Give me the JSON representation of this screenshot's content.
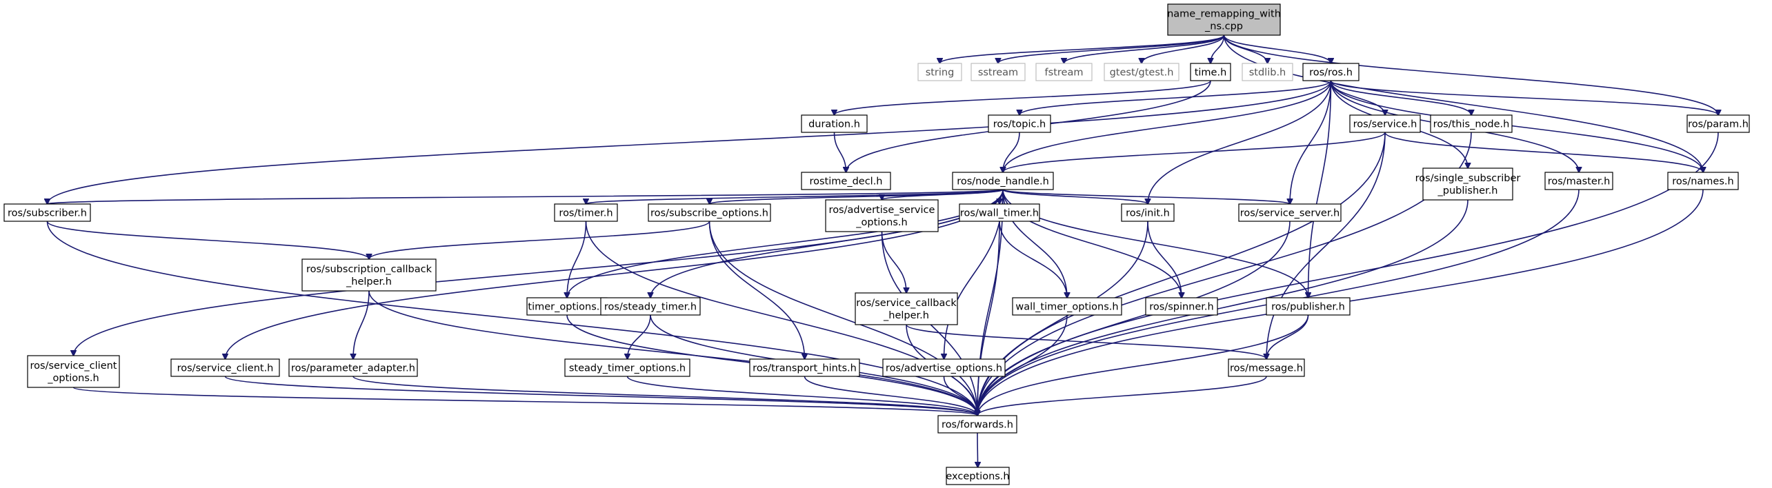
{
  "colors": {
    "edge": "#191970",
    "root_fill": "#bfbfbf",
    "node_fill": "#ffffff",
    "node_border": "#000000",
    "system_border": "#bfbfbf",
    "system_text": "#555555"
  },
  "nodes": [
    {
      "id": "root",
      "lines": [
        "name_remapping_with",
        "_ns.cpp"
      ],
      "kind": "root"
    },
    {
      "id": "string",
      "lines": [
        "string"
      ],
      "kind": "system"
    },
    {
      "id": "sstream",
      "lines": [
        "sstream"
      ],
      "kind": "system"
    },
    {
      "id": "fstream",
      "lines": [
        "fstream"
      ],
      "kind": "system"
    },
    {
      "id": "gtest",
      "lines": [
        "gtest/gtest.h"
      ],
      "kind": "system"
    },
    {
      "id": "time",
      "lines": [
        "time.h"
      ],
      "kind": "file"
    },
    {
      "id": "stdlib",
      "lines": [
        "stdlib.h"
      ],
      "kind": "system"
    },
    {
      "id": "ros",
      "lines": [
        "ros/ros.h"
      ],
      "kind": "file"
    },
    {
      "id": "duration",
      "lines": [
        "duration.h"
      ],
      "kind": "file"
    },
    {
      "id": "rostime_decl",
      "lines": [
        "rostime_decl.h"
      ],
      "kind": "file"
    },
    {
      "id": "topic",
      "lines": [
        "ros/topic.h"
      ],
      "kind": "file"
    },
    {
      "id": "service",
      "lines": [
        "ros/service.h"
      ],
      "kind": "file"
    },
    {
      "id": "this_node",
      "lines": [
        "ros/this_node.h"
      ],
      "kind": "file"
    },
    {
      "id": "param",
      "lines": [
        "ros/param.h"
      ],
      "kind": "file"
    },
    {
      "id": "node_handle",
      "lines": [
        "ros/node_handle.h"
      ],
      "kind": "file"
    },
    {
      "id": "single_sub",
      "lines": [
        "ros/single_subscriber",
        "_publisher.h"
      ],
      "kind": "file"
    },
    {
      "id": "master",
      "lines": [
        "ros/master.h"
      ],
      "kind": "file"
    },
    {
      "id": "names",
      "lines": [
        "ros/names.h"
      ],
      "kind": "file"
    },
    {
      "id": "subscriber",
      "lines": [
        "ros/subscriber.h"
      ],
      "kind": "file"
    },
    {
      "id": "timer",
      "lines": [
        "ros/timer.h"
      ],
      "kind": "file"
    },
    {
      "id": "subscribe_options",
      "lines": [
        "ros/subscribe_options.h"
      ],
      "kind": "file"
    },
    {
      "id": "advertise_service_options",
      "lines": [
        "ros/advertise_service",
        "_options.h"
      ],
      "kind": "file"
    },
    {
      "id": "wall_timer",
      "lines": [
        "ros/wall_timer.h"
      ],
      "kind": "file"
    },
    {
      "id": "init",
      "lines": [
        "ros/init.h"
      ],
      "kind": "file"
    },
    {
      "id": "service_server",
      "lines": [
        "ros/service_server.h"
      ],
      "kind": "file"
    },
    {
      "id": "subscription_callback_helper",
      "lines": [
        "ros/subscription_callback",
        "_helper.h"
      ],
      "kind": "file"
    },
    {
      "id": "timer_options",
      "lines": [
        "timer_options.h"
      ],
      "kind": "file"
    },
    {
      "id": "steady_timer",
      "lines": [
        "ros/steady_timer.h"
      ],
      "kind": "file"
    },
    {
      "id": "service_callback_helper",
      "lines": [
        "ros/service_callback",
        "_helper.h"
      ],
      "kind": "file"
    },
    {
      "id": "wall_timer_options",
      "lines": [
        "wall_timer_options.h"
      ],
      "kind": "file"
    },
    {
      "id": "spinner",
      "lines": [
        "ros/spinner.h"
      ],
      "kind": "file"
    },
    {
      "id": "publisher",
      "lines": [
        "ros/publisher.h"
      ],
      "kind": "file"
    },
    {
      "id": "service_client_options",
      "lines": [
        "ros/service_client",
        "_options.h"
      ],
      "kind": "file"
    },
    {
      "id": "service_client",
      "lines": [
        "ros/service_client.h"
      ],
      "kind": "file"
    },
    {
      "id": "parameter_adapter",
      "lines": [
        "ros/parameter_adapter.h"
      ],
      "kind": "file"
    },
    {
      "id": "steady_timer_options",
      "lines": [
        "steady_timer_options.h"
      ],
      "kind": "file"
    },
    {
      "id": "transport_hints",
      "lines": [
        "ros/transport_hints.h"
      ],
      "kind": "file"
    },
    {
      "id": "advertise_options",
      "lines": [
        "ros/advertise_options.h"
      ],
      "kind": "file"
    },
    {
      "id": "message",
      "lines": [
        "ros/message.h"
      ],
      "kind": "file"
    },
    {
      "id": "forwards",
      "lines": [
        "ros/forwards.h"
      ],
      "kind": "file"
    },
    {
      "id": "exceptions",
      "lines": [
        "exceptions.h"
      ],
      "kind": "file"
    }
  ],
  "edges": [
    [
      "root",
      "string"
    ],
    [
      "root",
      "sstream"
    ],
    [
      "root",
      "fstream"
    ],
    [
      "root",
      "gtest"
    ],
    [
      "root",
      "time"
    ],
    [
      "root",
      "stdlib"
    ],
    [
      "root",
      "ros"
    ],
    [
      "root",
      "param"
    ],
    [
      "root",
      "names"
    ],
    [
      "time",
      "duration"
    ],
    [
      "time",
      "rostime_decl"
    ],
    [
      "duration",
      "rostime_decl"
    ],
    [
      "ros",
      "topic"
    ],
    [
      "ros",
      "node_handle"
    ],
    [
      "ros",
      "service"
    ],
    [
      "ros",
      "this_node"
    ],
    [
      "ros",
      "param"
    ],
    [
      "ros",
      "single_sub"
    ],
    [
      "ros",
      "master"
    ],
    [
      "ros",
      "names"
    ],
    [
      "ros",
      "subscriber"
    ],
    [
      "ros",
      "init"
    ],
    [
      "ros",
      "service_server"
    ],
    [
      "ros",
      "publisher"
    ],
    [
      "topic",
      "node_handle"
    ],
    [
      "service",
      "node_handle"
    ],
    [
      "service",
      "names"
    ],
    [
      "service",
      "message"
    ],
    [
      "service",
      "forwards"
    ],
    [
      "this_node",
      "forwards"
    ],
    [
      "param",
      "forwards"
    ],
    [
      "single_sub",
      "forwards"
    ],
    [
      "master",
      "forwards"
    ],
    [
      "names",
      "forwards"
    ],
    [
      "node_handle",
      "subscriber"
    ],
    [
      "node_handle",
      "timer"
    ],
    [
      "node_handle",
      "subscribe_options"
    ],
    [
      "node_handle",
      "advertise_service_options"
    ],
    [
      "node_handle",
      "wall_timer"
    ],
    [
      "node_handle",
      "init"
    ],
    [
      "node_handle",
      "service_server"
    ],
    [
      "node_handle",
      "timer_options"
    ],
    [
      "node_handle",
      "steady_timer"
    ],
    [
      "node_handle",
      "wall_timer_options"
    ],
    [
      "node_handle",
      "spinner"
    ],
    [
      "node_handle",
      "publisher"
    ],
    [
      "node_handle",
      "service_client_options"
    ],
    [
      "node_handle",
      "service_client"
    ],
    [
      "node_handle",
      "advertise_options"
    ],
    [
      "node_handle",
      "forwards"
    ],
    [
      "subscriber",
      "subscription_callback_helper"
    ],
    [
      "subscriber",
      "forwards"
    ],
    [
      "timer",
      "timer_options"
    ],
    [
      "timer",
      "forwards"
    ],
    [
      "subscribe_options",
      "subscription_callback_helper"
    ],
    [
      "subscribe_options",
      "transport_hints"
    ],
    [
      "subscribe_options",
      "forwards"
    ],
    [
      "advertise_service_options",
      "service_callback_helper"
    ],
    [
      "advertise_service_options",
      "forwards"
    ],
    [
      "wall_timer",
      "wall_timer_options"
    ],
    [
      "wall_timer",
      "forwards"
    ],
    [
      "init",
      "spinner"
    ],
    [
      "init",
      "forwards"
    ],
    [
      "service_server",
      "forwards"
    ],
    [
      "subscription_callback_helper",
      "parameter_adapter"
    ],
    [
      "subscription_callback_helper",
      "forwards"
    ],
    [
      "timer_options",
      "forwards"
    ],
    [
      "steady_timer",
      "steady_timer_options"
    ],
    [
      "steady_timer",
      "forwards"
    ],
    [
      "service_callback_helper",
      "message"
    ],
    [
      "service_callback_helper",
      "forwards"
    ],
    [
      "wall_timer_options",
      "forwards"
    ],
    [
      "publisher",
      "message"
    ],
    [
      "publisher",
      "forwards"
    ],
    [
      "service_client_options",
      "forwards"
    ],
    [
      "service_client",
      "forwards"
    ],
    [
      "parameter_adapter",
      "forwards"
    ],
    [
      "steady_timer_options",
      "forwards"
    ],
    [
      "transport_hints",
      "forwards"
    ],
    [
      "advertise_options",
      "forwards"
    ],
    [
      "message",
      "forwards"
    ],
    [
      "forwards",
      "exceptions"
    ]
  ]
}
